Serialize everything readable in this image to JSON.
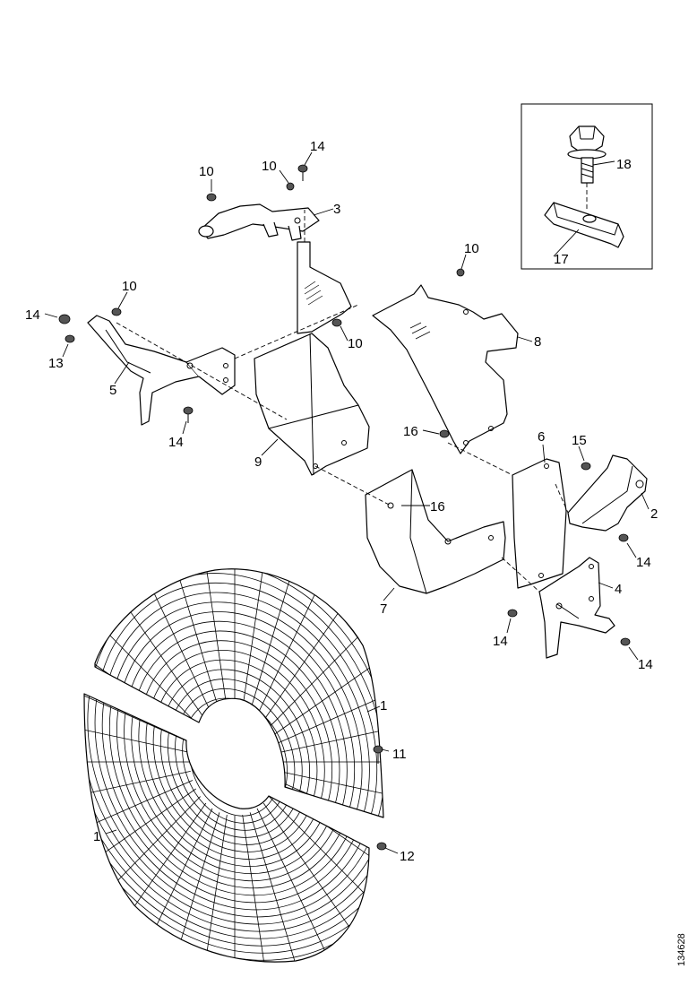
{
  "callouts": [
    {
      "id": "c1a",
      "text": "1"
    },
    {
      "id": "c1b",
      "text": "1"
    },
    {
      "id": "c2",
      "text": "2"
    },
    {
      "id": "c3",
      "text": "3"
    },
    {
      "id": "c4",
      "text": "4"
    },
    {
      "id": "c5",
      "text": "5"
    },
    {
      "id": "c6",
      "text": "6"
    },
    {
      "id": "c7",
      "text": "7"
    },
    {
      "id": "c8",
      "text": "8"
    },
    {
      "id": "c9",
      "text": "9"
    },
    {
      "id": "c10a",
      "text": "10"
    },
    {
      "id": "c10b",
      "text": "10"
    },
    {
      "id": "c10c",
      "text": "10"
    },
    {
      "id": "c10d",
      "text": "10"
    },
    {
      "id": "c10e",
      "text": "10"
    },
    {
      "id": "c11",
      "text": "11"
    },
    {
      "id": "c12",
      "text": "12"
    },
    {
      "id": "c13",
      "text": "13"
    },
    {
      "id": "c14a",
      "text": "14"
    },
    {
      "id": "c14b",
      "text": "14"
    },
    {
      "id": "c14c",
      "text": "14"
    },
    {
      "id": "c14d",
      "text": "14"
    },
    {
      "id": "c14e",
      "text": "14"
    },
    {
      "id": "c14f",
      "text": "14"
    },
    {
      "id": "c15",
      "text": "15"
    },
    {
      "id": "c16a",
      "text": "16"
    },
    {
      "id": "c16b",
      "text": "16"
    },
    {
      "id": "c17",
      "text": "17"
    },
    {
      "id": "c18",
      "text": "18"
    }
  ],
  "drawing_ref": "134628"
}
